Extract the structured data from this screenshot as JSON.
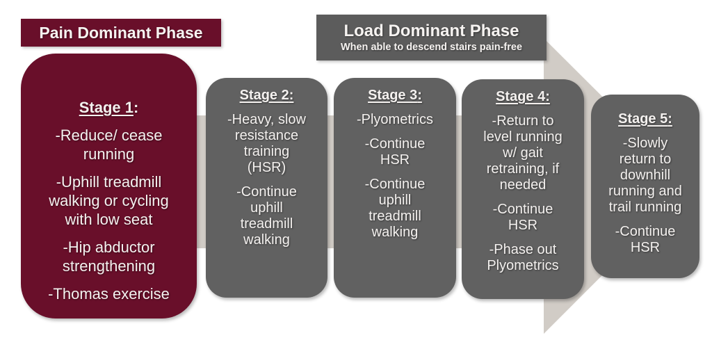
{
  "headers": {
    "pain": {
      "title": "Pain Dominant Phase"
    },
    "load": {
      "title": "Load Dominant Phase",
      "subtitle": "When able to descend stairs pain-free"
    }
  },
  "stages": [
    {
      "heading": "Stage 1",
      "colon": ":",
      "items": [
        "-Reduce/ cease\nrunning",
        "-Uphill treadmill\nwalking or cycling\nwith low seat",
        "-Hip abductor\nstrengthening",
        "-Thomas exercise"
      ]
    },
    {
      "heading": "Stage 2",
      "colon": ":",
      "items": [
        "-Heavy, slow\nresistance\ntraining\n(HSR)",
        "-Continue\nuphill\ntreadmill\nwalking"
      ]
    },
    {
      "heading": "Stage 3",
      "colon": ":",
      "items": [
        "-Plyometrics",
        "-Continue\nHSR",
        "-Continue\nuphill\ntreadmill\nwalking"
      ]
    },
    {
      "heading": "Stage 4",
      "colon": ":",
      "items": [
        "-Return to\nlevel running\nw/ gait\nretraining, if\nneeded",
        "-Continue\nHSR",
        "-Phase out\nPlyometrics"
      ]
    },
    {
      "heading": "Stage 5",
      "colon": ":",
      "items": [
        "-Slowly\nreturn to\ndownhill\nrunning and\ntrail running",
        "-Continue\nHSR"
      ]
    }
  ],
  "colors": {
    "maroon": "#690f2a",
    "card_gray": "#616161",
    "header_gray": "#5c5c5c",
    "arrow_gray": "#d1ccc6",
    "text": "#f4f1ef",
    "background": "#ffffff"
  }
}
